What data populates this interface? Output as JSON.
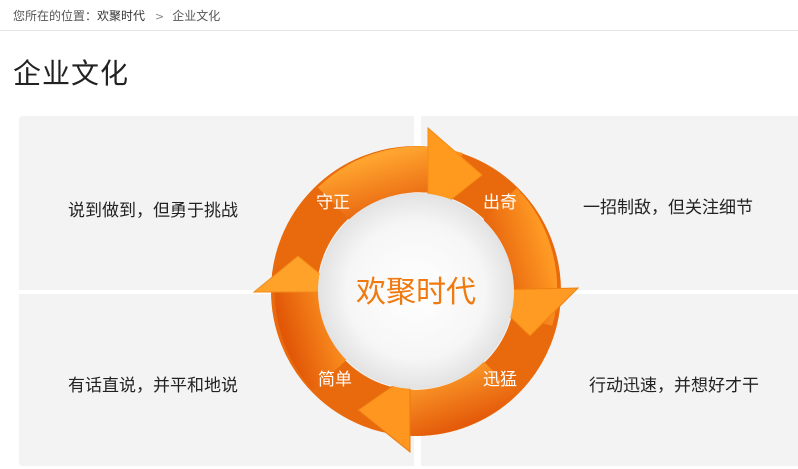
{
  "breadcrumb": {
    "prefix": "您所在的位置：",
    "home": "欢聚时代",
    "separator": ">",
    "current": "企业文化"
  },
  "page_title": "企业文化",
  "center_label": "欢聚时代",
  "segments": [
    {
      "label": "守正",
      "description": "说到做到，但勇于挑战"
    },
    {
      "label": "出奇",
      "description": "一招制敌，但关注细节"
    },
    {
      "label": "简单",
      "description": "有话直说，并平和地说"
    },
    {
      "label": "迅猛",
      "description": "行动迅速，并想好才干"
    }
  ],
  "colors": {
    "accent": "#f07a10",
    "arrow_light": "#ffa42e",
    "arrow_dark": "#e45a0a",
    "panel_bg": "#f3f3f3"
  }
}
